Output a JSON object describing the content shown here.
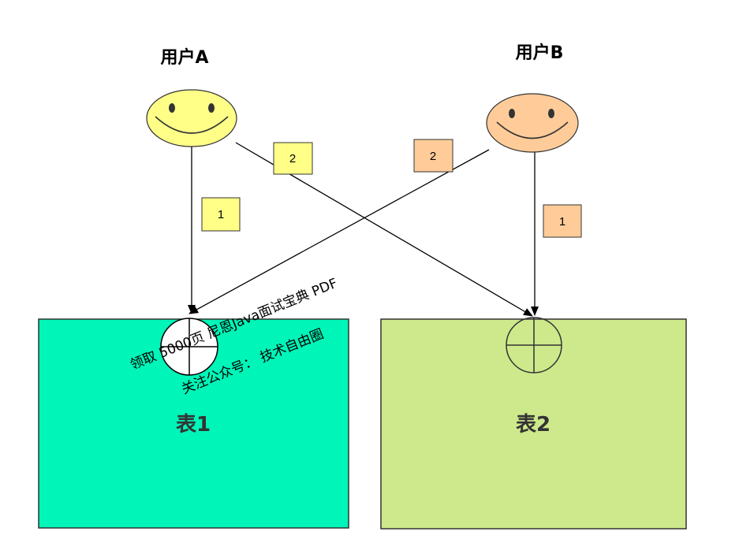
{
  "users": [
    {
      "label": "用户A",
      "face_color": "#ffff88"
    },
    {
      "label": "用户B",
      "face_color": "#ffcc99"
    }
  ],
  "tables": [
    {
      "label": "表1",
      "fill": "#00f5b8"
    },
    {
      "label": "表2",
      "fill": "#cde98c"
    }
  ],
  "steps": [
    {
      "text": "1",
      "color": "#ffff88"
    },
    {
      "text": "2",
      "color": "#ffff88"
    },
    {
      "text": "2",
      "color": "#ffcc99"
    },
    {
      "text": "1",
      "color": "#ffcc99"
    }
  ],
  "watermark": {
    "line1": "领取 5000页 尼恩Java面试宝典 PDF",
    "line2": "关注公众号： 技术自由圈"
  }
}
